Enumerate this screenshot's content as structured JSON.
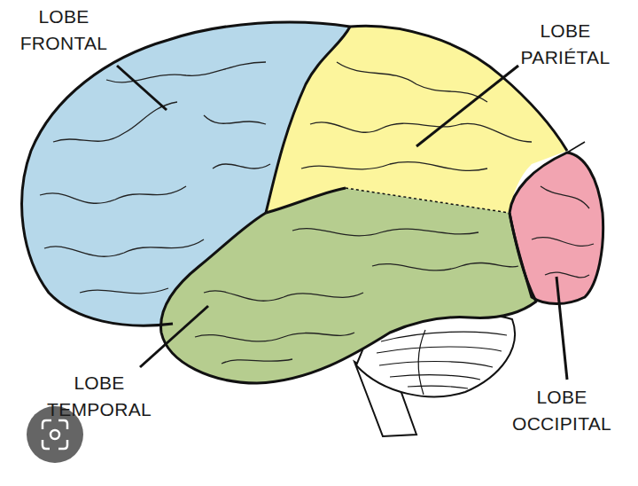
{
  "diagram": {
    "labels": [
      "LOBE FRONTAL",
      "LOBE PARIÉTAL",
      "LOBE TEMPORAL",
      "LOBE OCCIPITAL"
    ]
  }
}
